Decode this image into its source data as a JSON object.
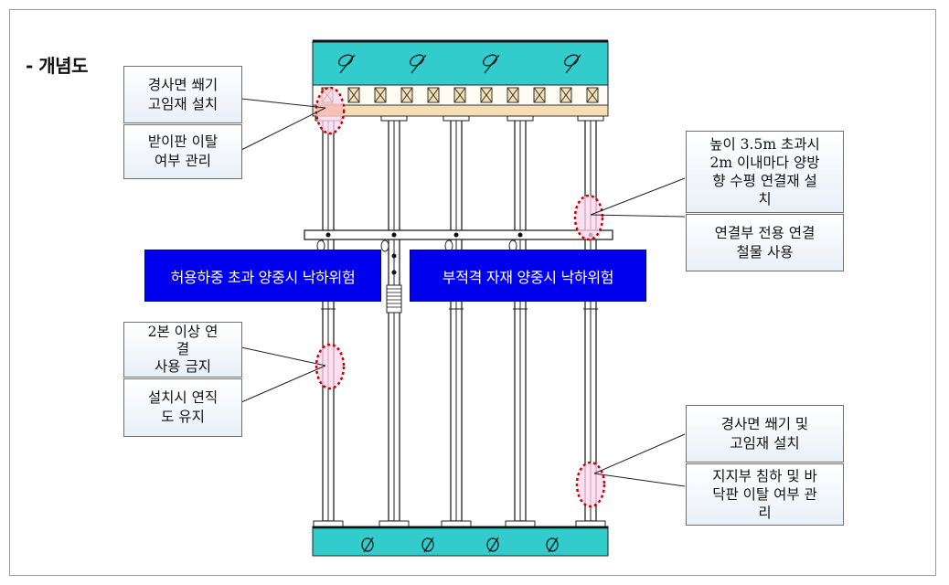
{
  "title": "- 개념도",
  "banners": [
    {
      "id": "overload",
      "text": "허용하중 초과 양중시 낙하위험"
    },
    {
      "id": "unstable",
      "text": "부적격 자재 양중시 낙하위험"
    }
  ],
  "notes": [
    {
      "id": "slope-wedge-top",
      "text": "경사면 쐐기\n고임재 설치"
    },
    {
      "id": "support-plate-top",
      "text": "받이판 이탈\n여부 관리"
    },
    {
      "id": "horizontal-brace",
      "text": "높이 3.5m 초과시\n2m 이내마다 양방\n향 수평 연결재 설\n치"
    },
    {
      "id": "joint-hardware",
      "text": "연결부 전용 연결\n철물 사용"
    },
    {
      "id": "no-splice",
      "text": "2본 이상 연\n결\n사용 금지"
    },
    {
      "id": "vertical",
      "text": "설치시 연직\n도   유지"
    },
    {
      "id": "slope-wedge-bottom",
      "text": "경사면 쐐기 및\n고임재 설치"
    },
    {
      "id": "ground-settlement",
      "text": "지지부 침하 및 바\n닥판 이탈 여부 관\n리"
    }
  ],
  "colors": {
    "slab": "#33cccc",
    "timber": "#f5deb3",
    "banner": "#0000ee",
    "highlight_ring": "#cc0000",
    "highlight_fill": "#ffd6ee"
  }
}
